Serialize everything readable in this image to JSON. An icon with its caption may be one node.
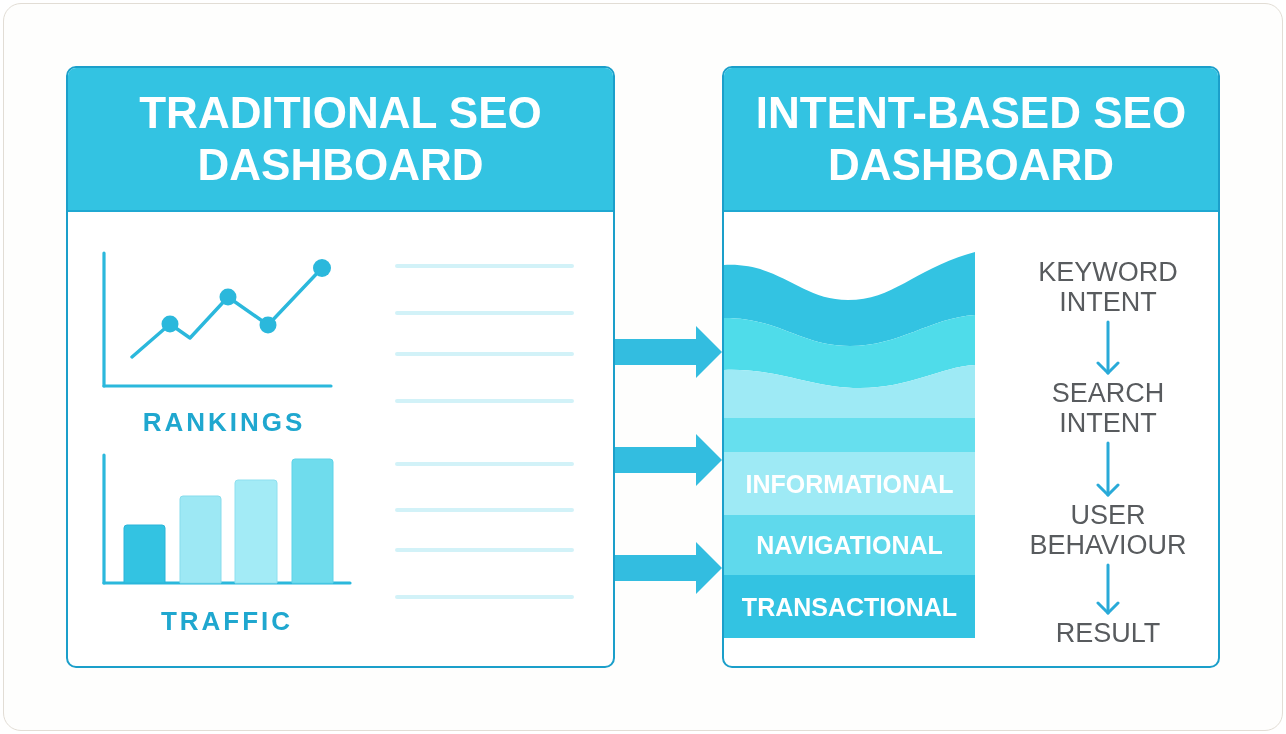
{
  "diagram": {
    "nodes": [
      {
        "text": [
          "TRADITIONAL SEO DASHBOARD"
        ]
      },
      {
        "text": [],
        "shape": "picture",
        "beside": [
          "RANKINGS"
        ],
        "in": 0
      },
      {
        "text": [],
        "shape": "picture",
        "beside": [
          "TRAFFIC"
        ],
        "in": 0
      },
      {
        "text": [],
        "shape": "bar",
        "in": 2
      },
      {
        "text": [],
        "shape": "bar",
        "in": 2
      },
      {
        "text": [],
        "shape": "bar",
        "in": 2
      },
      {
        "text": [],
        "shape": "bar",
        "in": 2
      },
      {
        "text": [
          "INTENT-BASED SEO DASHBOARD"
        ]
      },
      {
        "text": [],
        "shape": "band",
        "in": 7
      },
      {
        "text": [],
        "shape": "band",
        "in": 7
      },
      {
        "text": [],
        "shape": "band",
        "in": 7
      },
      {
        "text": [],
        "shape": "band",
        "in": 7
      },
      {
        "text": [
          "INFORMATIONAL"
        ],
        "in": 7
      },
      {
        "text": [
          "NAVIGATIONAL"
        ],
        "in": 7
      },
      {
        "text": [
          "TRANSACTIONAL"
        ],
        "in": 7
      },
      {
        "text": [
          "KEYWORD INTENT"
        ],
        "in": 7
      },
      {
        "text": [
          "SEARCH INTENT"
        ],
        "in": 7
      },
      {
        "text": [
          "USER BEHAVIOUR"
        ],
        "in": 7
      },
      {
        "text": [
          "RESULT"
        ],
        "in": 7
      }
    ],
    "edges": [
      {
        "from": 0,
        "to": 7,
        "arrow": "to",
        "style": "thick"
      },
      {
        "from": 0,
        "to": 7,
        "arrow": "to",
        "style": "thick"
      },
      {
        "from": 0,
        "to": 7,
        "arrow": "to",
        "style": "thick"
      },
      {
        "from": 15,
        "to": 16,
        "arrow": "to"
      },
      {
        "from": 16,
        "to": 17,
        "arrow": "to"
      },
      {
        "from": 17,
        "to": 18,
        "arrow": "to"
      }
    ]
  }
}
